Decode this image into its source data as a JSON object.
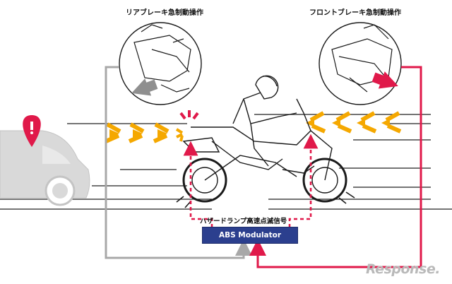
{
  "labels": {
    "rear_brake": "リアブレーキ急制動操作",
    "front_brake": "フロントブレーキ急制動操作",
    "hazard": "ハザードランプ高速点滅信号",
    "module": "ABS Modulator"
  },
  "watermark": "Response.",
  "colors": {
    "rear_line": "#a8a8a8",
    "front_line": "#e0194a",
    "module_fill": "#2b3f8e",
    "flash": "#f5a800",
    "warning": "#e0194a",
    "car": "#d9d9d9"
  },
  "icons": [
    "warning-icon",
    "rear-brake-hand-icon",
    "front-brake-hand-icon",
    "motorcycle-rider-icon",
    "car-icon"
  ]
}
